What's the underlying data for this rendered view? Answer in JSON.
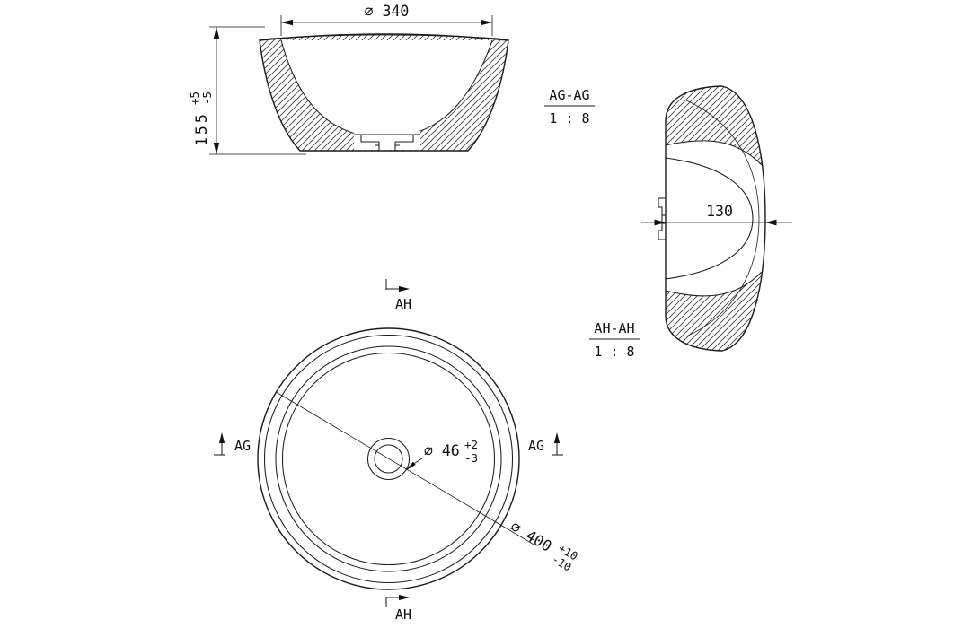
{
  "sections": {
    "ag": {
      "title": "AG-AG",
      "scale": "1 : 8"
    },
    "ah": {
      "title": "AH-AH",
      "scale": "1 : 8"
    }
  },
  "dimensions": {
    "rim_diameter": "⌀ 340",
    "height": {
      "value": "155",
      "tol_plus": "+5",
      "tol_minus": "-5"
    },
    "base_width": "130",
    "drain_diameter": {
      "value": "⌀ 46",
      "tol_plus": "+2",
      "tol_minus": "-3"
    },
    "outer_diameter": {
      "value": "⌀ 400",
      "tol_plus": "+10",
      "tol_minus": "-10"
    }
  },
  "section_markers": {
    "ag": "AG",
    "ah": "AH"
  }
}
